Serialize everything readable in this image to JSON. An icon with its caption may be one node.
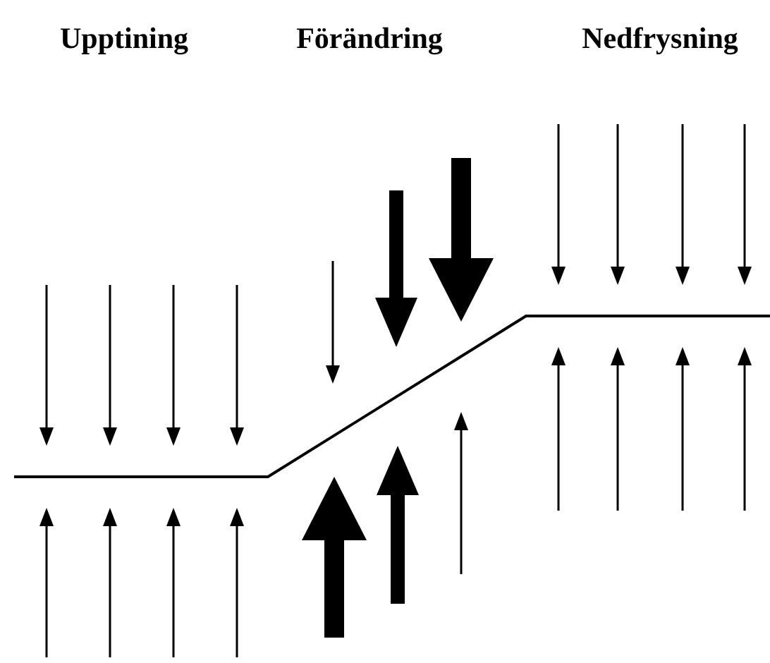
{
  "diagram": {
    "labels": [
      "Upptining",
      "Förändring",
      "Nedfrysning"
    ]
  }
}
